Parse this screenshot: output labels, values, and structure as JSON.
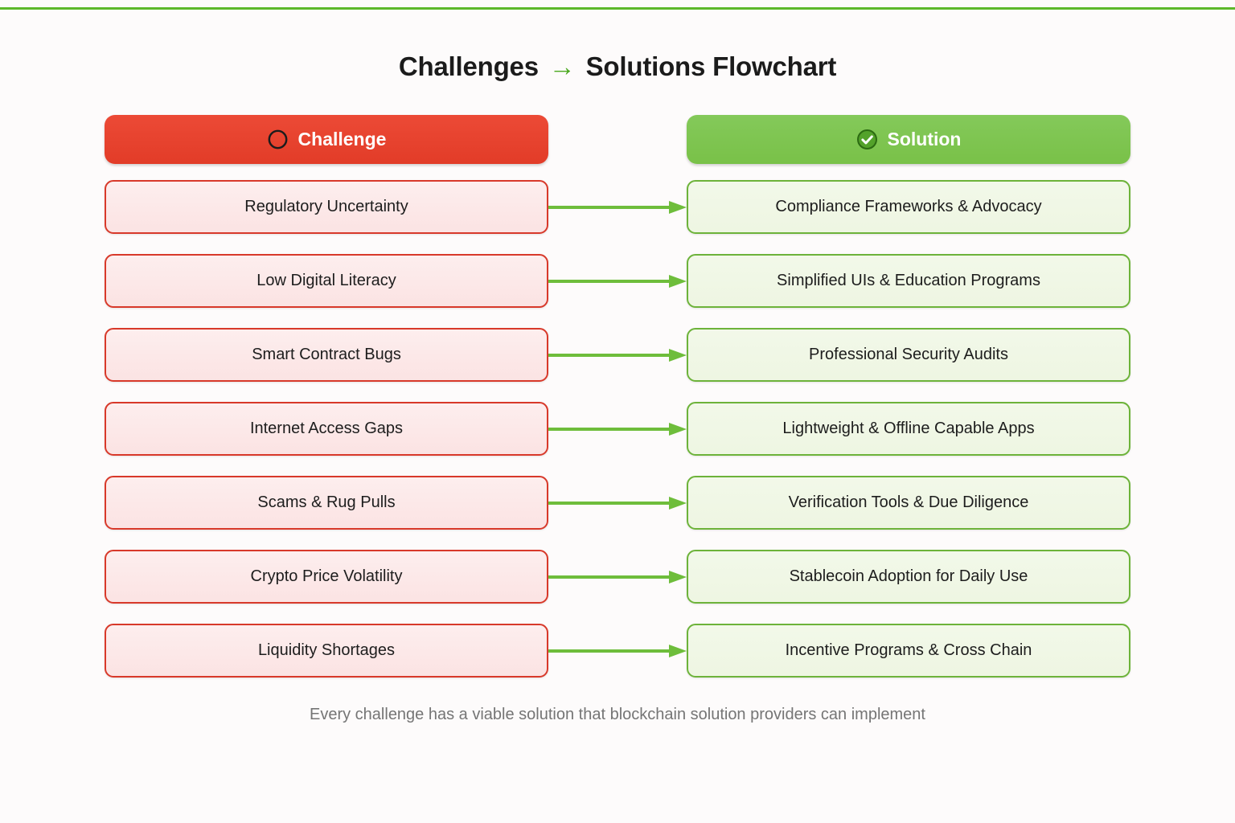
{
  "page": {
    "title_part1": "Challenges",
    "title_arrow": "→",
    "title_part2": "Solutions Flowchart",
    "footer_note": "Every challenge has a viable solution that blockchain solution providers can implement",
    "background_color": "#fdfbfb",
    "top_rule_color": "#5cb82a"
  },
  "columns": {
    "challenge": {
      "header_label": "Challenge",
      "header_icon": "circle-outline-icon",
      "header_bg_color": "#e8462f",
      "card_bg_color": "#fdeeee",
      "card_border_color": "#d8392a"
    },
    "solution": {
      "header_label": "Solution",
      "header_icon": "check-circle-icon",
      "header_bg_color": "#7bc84f",
      "card_bg_color": "#f2f8e9",
      "card_border_color": "#6db33a"
    }
  },
  "connector": {
    "icon": "arrow-right-icon",
    "color": "#6ebd3b"
  },
  "rows": [
    {
      "challenge": "Regulatory Uncertainty",
      "solution": "Compliance Frameworks & Advocacy"
    },
    {
      "challenge": "Low Digital Literacy",
      "solution": "Simplified UIs & Education Programs"
    },
    {
      "challenge": "Smart Contract Bugs",
      "solution": "Professional Security Audits"
    },
    {
      "challenge": "Internet Access Gaps",
      "solution": "Lightweight & Offline Capable Apps"
    },
    {
      "challenge": "Scams & Rug Pulls",
      "solution": "Verification Tools & Due Diligence"
    },
    {
      "challenge": "Crypto Price Volatility",
      "solution": "Stablecoin Adoption for Daily Use"
    },
    {
      "challenge": "Liquidity Shortages",
      "solution": "Incentive Programs & Cross Chain"
    }
  ]
}
